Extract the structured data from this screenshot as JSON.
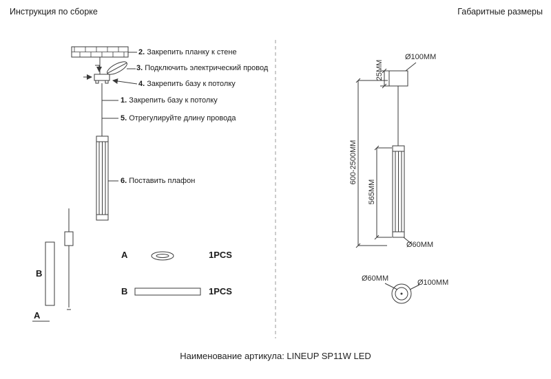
{
  "header": {
    "left": "Инструкция по сборке",
    "right": "Габаритные размеры"
  },
  "assembly": {
    "steps": [
      {
        "num": "1.",
        "text": "Закрепить базу к потолку"
      },
      {
        "num": "2.",
        "text": "Закрепить планку к стене"
      },
      {
        "num": "3.",
        "text": "Подключить электрический провод"
      },
      {
        "num": "4.",
        "text": "Закрепить базу к потолку"
      },
      {
        "num": "5.",
        "text": "Отрегулируйте длину провода"
      },
      {
        "num": "6.",
        "text": "Поставить плафон"
      }
    ],
    "parts": [
      {
        "label": "A",
        "qty": "1PCS"
      },
      {
        "label": "B",
        "qty": "1PCS"
      }
    ],
    "callouts": {
      "a": "A",
      "b": "B"
    }
  },
  "dimensions": {
    "canopy_height": "25MM",
    "canopy_diameter": "Ø100MM",
    "suspension_range": "600-2500MM",
    "shade_length": "565MM",
    "shade_diameter": "Ø60MM",
    "bottom_view_inner": "Ø60MM",
    "bottom_view_outer": "Ø100MM"
  },
  "footer": {
    "article_label": "Наименование артикула: LINEUP SP11W LED"
  },
  "colors": {
    "line": "#3a3a3a",
    "text": "#1a1a1a",
    "divider": "#999999"
  }
}
